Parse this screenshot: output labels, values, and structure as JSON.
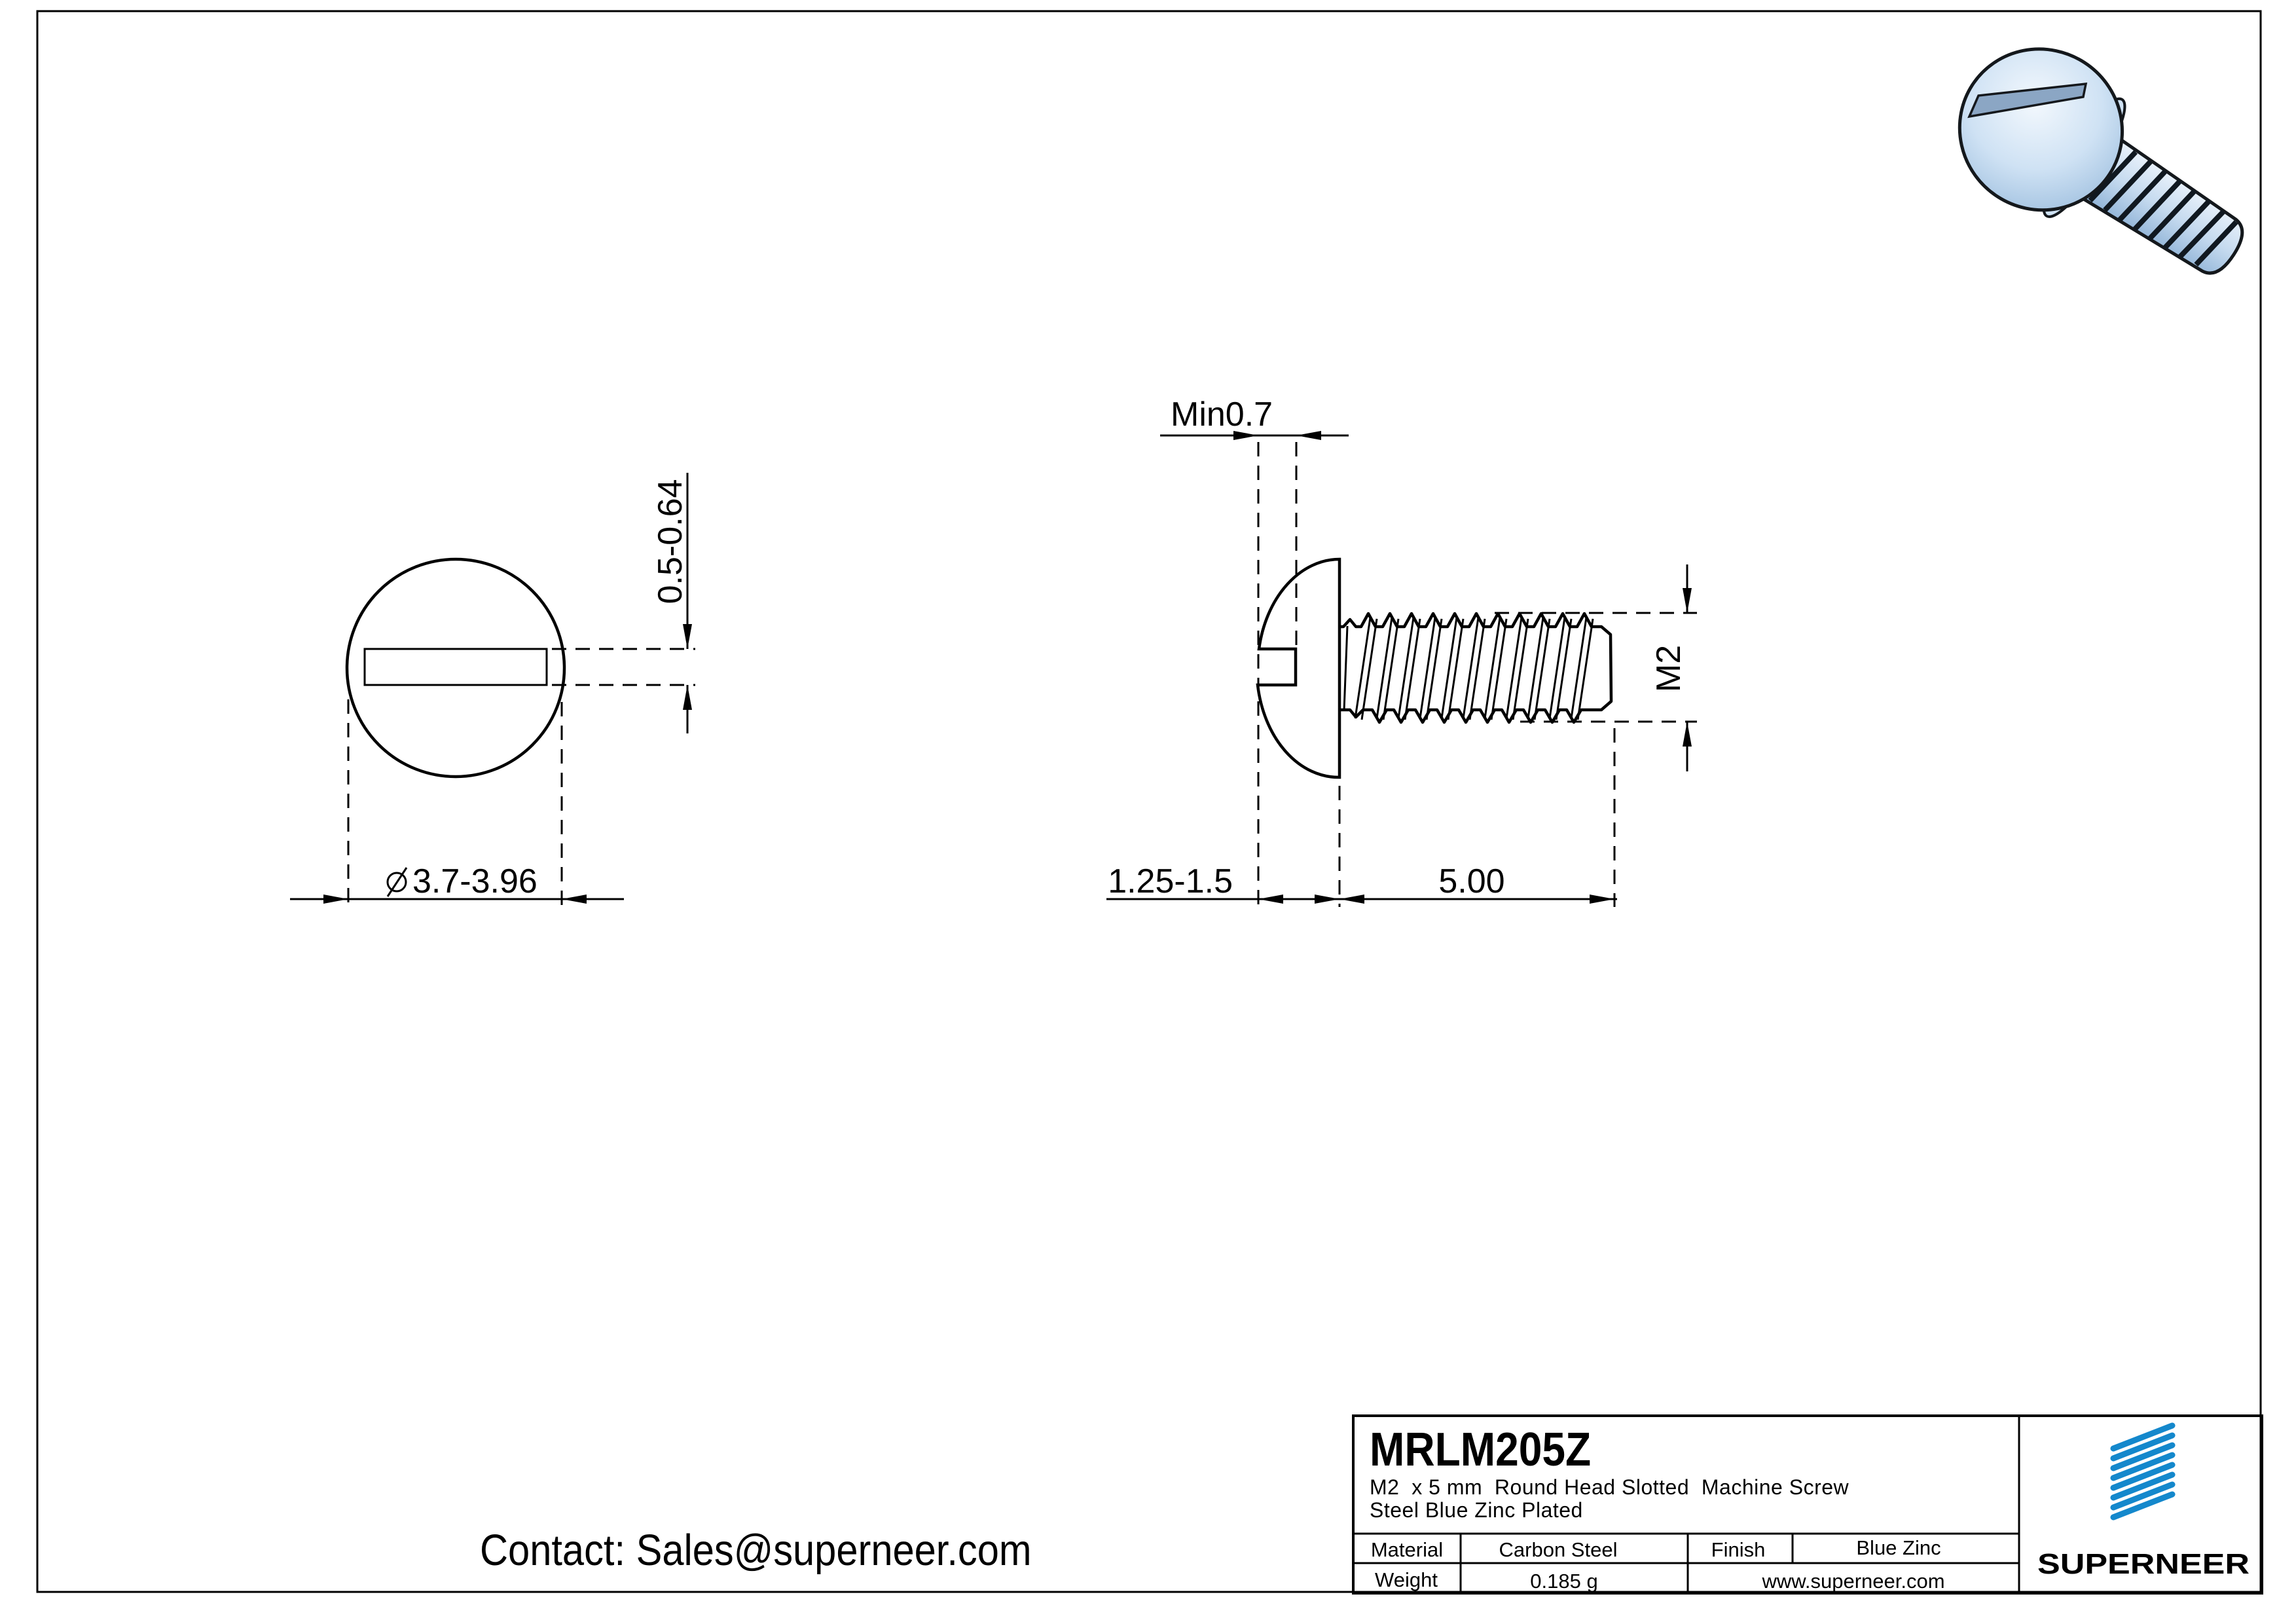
{
  "page": {
    "background": "#ffffff",
    "border_color": "#000000"
  },
  "front_view": {
    "slot_thickness": "0.5-0.64",
    "diameter_symbol": "⌀",
    "head_diameter": "3.7-3.96",
    "head_diameter_label": "⌀3.7-3.96"
  },
  "side_view": {
    "slot_depth": "Min0.7",
    "head_height": "1.25-1.5",
    "thread_length": "5.00",
    "thread_size": "M2"
  },
  "footer": {
    "contact": "Contact: Sales@superneer.com"
  },
  "title_block": {
    "part_number": "MRLM205Z",
    "description_line1": "M2  x 5 mm  Round Head Slotted  Machine Screw",
    "description_line2": "Steel Blue Zinc Plated",
    "material_label": "Material",
    "material_value": "Carbon Steel",
    "finish_label": "Finish",
    "finish_value": "Blue Zinc",
    "weight_label": "Weight",
    "weight_value": "0.185 g",
    "website": "www.superneer.com",
    "brand_name": "SUPERNEER",
    "brand_color": "#1488cc",
    "link_color": "#1e8fe1"
  },
  "product_photo": {
    "description": "blue zinc plated round head slotted machine screw",
    "body_color": "#cde0f3",
    "slot_color": "#8ba6c4"
  }
}
